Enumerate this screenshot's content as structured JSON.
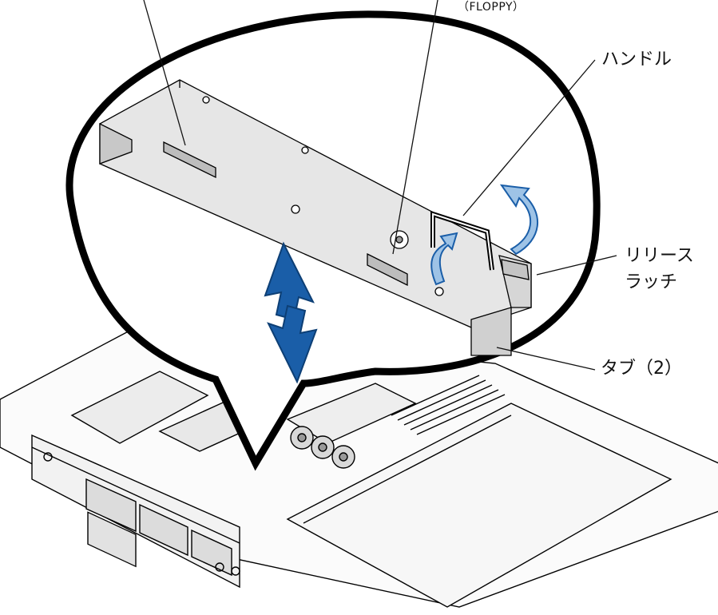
{
  "labels": {
    "floppy_note": "（FLOPPY）",
    "handle": "ハンドル",
    "release_latch": [
      "リリース",
      "ラッチ"
    ],
    "tab": "タブ（2）"
  },
  "colors": {
    "outline": "#000000",
    "part_fill": "#e6e6e6",
    "part_shade": "#c8c8c8",
    "arrow_blue": "#1a5ea8",
    "arrow_light": "#9ec3e6",
    "leader": "#111111"
  },
  "icons": {
    "lift_arrow": "curved-up-arrow",
    "move_arrow": "double-vertical-arrow"
  }
}
